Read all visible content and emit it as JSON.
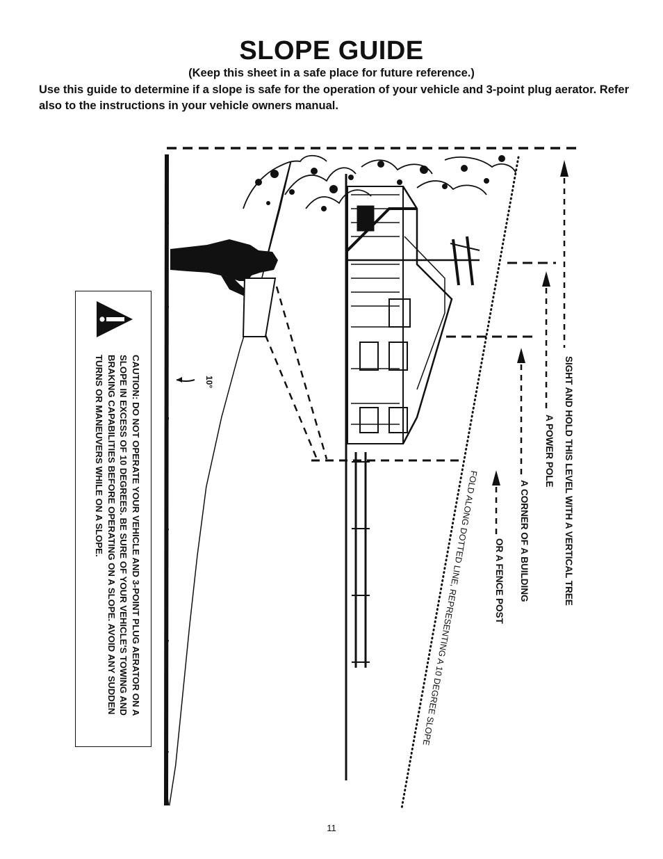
{
  "page": {
    "title": "SLOPE GUIDE",
    "subtitle": "(Keep this sheet in a safe place for future reference.)",
    "intro": "Use this guide to determine if a slope is safe for the operation of your vehicle and 3-point plug aerator. Refer also to the instructions in your vehicle owners manual.",
    "page_number": "11"
  },
  "diagram": {
    "angle_label": "10°",
    "levels": {
      "tree": "SIGHT AND HOLD THIS LEVEL WITH A VERTICAL TREE",
      "power_pole": "A POWER POLE",
      "building": "A CORNER OF A BUILDING",
      "fence": "OR A FENCE POST"
    },
    "fold_line": "FOLD ALONG DOTTED LINE, REPRESENTING A 10 DEGREE SLOPE",
    "caution": "CAUTION: DO NOT OPERATE YOUR VEHICLE AND 3-POINT PLUG AERATOR ON A SLOPE IN EXCESS OF 10 DEGREES. BE SURE OF YOUR VEHICLE'S TOWING AND BRAKING CAPABILITIES BEFORE OPERATING ON A SLOPE. AVOID ANY SUDDEN TURNS OR MANEUVERS WHILE ON A SLOPE.",
    "icons": [
      "warning-triangle-icon"
    ],
    "colors": {
      "ink": "#111111",
      "paper": "#ffffff"
    }
  }
}
